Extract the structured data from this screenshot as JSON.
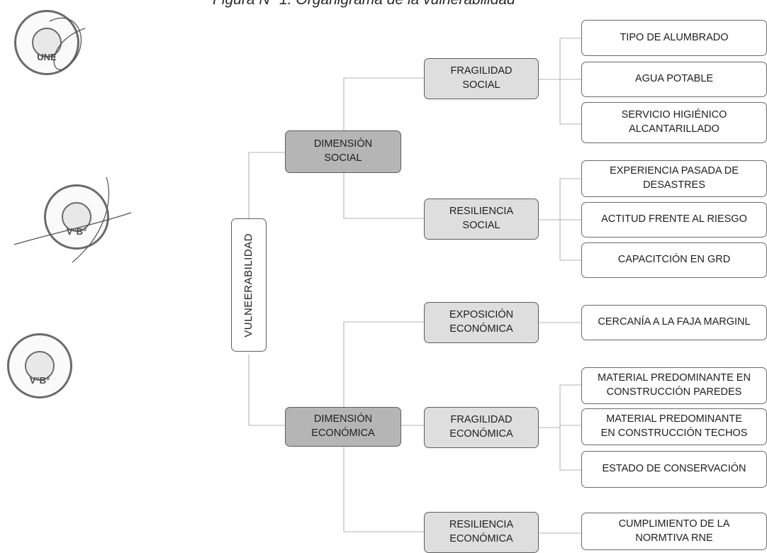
{
  "caption": "Figura Nº 1. Organigrama de la vulnerabilidad",
  "seals": {
    "seal_1_mark": "UNE",
    "seal_2_mark": "V°B°",
    "seal_3_mark": "V°B°"
  },
  "root": {
    "label": "VULNEERABILIDAD"
  },
  "dimensions": [
    {
      "label": "DIMENSIÓN\nSOCIAL",
      "factors": [
        {
          "label": "FRAGILIDAD\nSOCIAL",
          "items": [
            "TIPO DE ALUMBRADO",
            "AGUA POTABLE",
            "SERVICIO HIGIÉNICO\nALCANTARILLADO"
          ]
        },
        {
          "label": "RESILIENCIA\nSOCIAL",
          "items": [
            "EXPERIENCIA PASADA DE\nDESASTRES",
            "ACTITUD FRENTE AL RIESGO",
            "CAPACITCIÓN EN GRD"
          ]
        }
      ]
    },
    {
      "label": "DIMENSIÓN\nECONÓMICA",
      "factors": [
        {
          "label": "EXPOSICIÓN\nECONÓMICA",
          "items": [
            "CERCANÍA A LA FAJA MARGINL"
          ]
        },
        {
          "label": "FRAGILIDAD\nECONÓMICA",
          "items": [
            "MATERIAL PREDOMINANTE EN\nCONSTRUCCIÓN PAREDES",
            "MATERIAL PREDOMINANTE\nEN CONSTRUCCIÓN TECHOS",
            "ESTADO DE CONSERVACIÓN"
          ]
        },
        {
          "label": "RESILIENCIA\nECONÓMICA",
          "items": [
            "CUMPLIMIENTO DE LA\nNORMTIVA RNE"
          ]
        }
      ]
    }
  ]
}
